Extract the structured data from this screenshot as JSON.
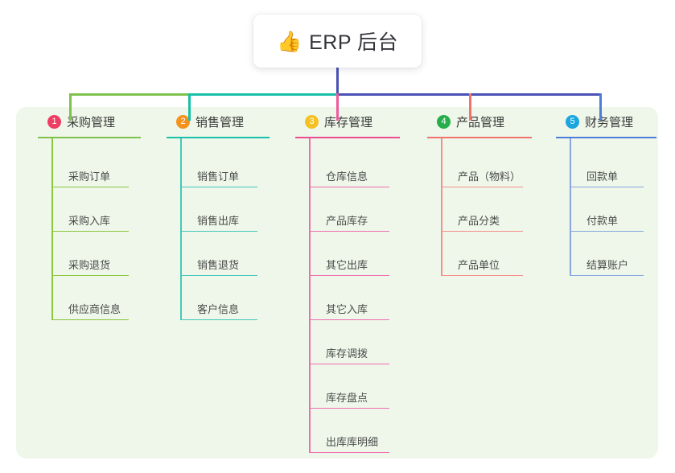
{
  "title": {
    "emoji": "👍",
    "emoji_name": "thumbs-up-icon",
    "text": "ERP 后台"
  },
  "theme": {
    "panel_bg": "#eef7e9",
    "card_bg": "#ffffff",
    "trunk_color": "#4a51b5",
    "text_color": "#3b3b3b"
  },
  "connectors": {
    "segment_1_color": "#7ec14c",
    "segment_2_color": "#17c0a8",
    "segment_3_color": "#4a51b5",
    "drop_colors": [
      "#7ec14c",
      "#17c0a8",
      "#ef5a9c",
      "#f2736e",
      "#4d7ed8"
    ]
  },
  "columns": [
    {
      "index": "1",
      "badge_color": "#ef3e63",
      "rule_color": "#7ec14c",
      "line_color": "#8cc63f",
      "title": "采购管理",
      "items": [
        "采购订单",
        "采购入库",
        "采购退货",
        "供应商信息"
      ]
    },
    {
      "index": "2",
      "badge_color": "#f5921e",
      "rule_color": "#17c0a8",
      "line_color": "#45c8bb",
      "title": "销售管理",
      "items": [
        "销售订单",
        "销售出库",
        "销售退货",
        "客户信息"
      ]
    },
    {
      "index": "3",
      "badge_color": "#f5c122",
      "rule_color": "#ef4a93",
      "line_color": "#ef6fae",
      "title": "库存管理",
      "items": [
        "仓库信息",
        "产品库存",
        "其它出库",
        "其它入库",
        "库存调拨",
        "库存盘点",
        "出库库明细"
      ]
    },
    {
      "index": "4",
      "badge_color": "#27ae4c",
      "rule_color": "#f2736e",
      "line_color": "#f4918c",
      "title": "产品管理",
      "items": [
        "产品（物料）",
        "产品分类",
        "产品单位"
      ]
    },
    {
      "index": "5",
      "badge_color": "#1ba6e0",
      "rule_color": "#4d7ed8",
      "line_color": "#8aa6df",
      "title": "财务管理",
      "items": [
        "回款单",
        "付款单",
        "结算账户"
      ]
    }
  ]
}
